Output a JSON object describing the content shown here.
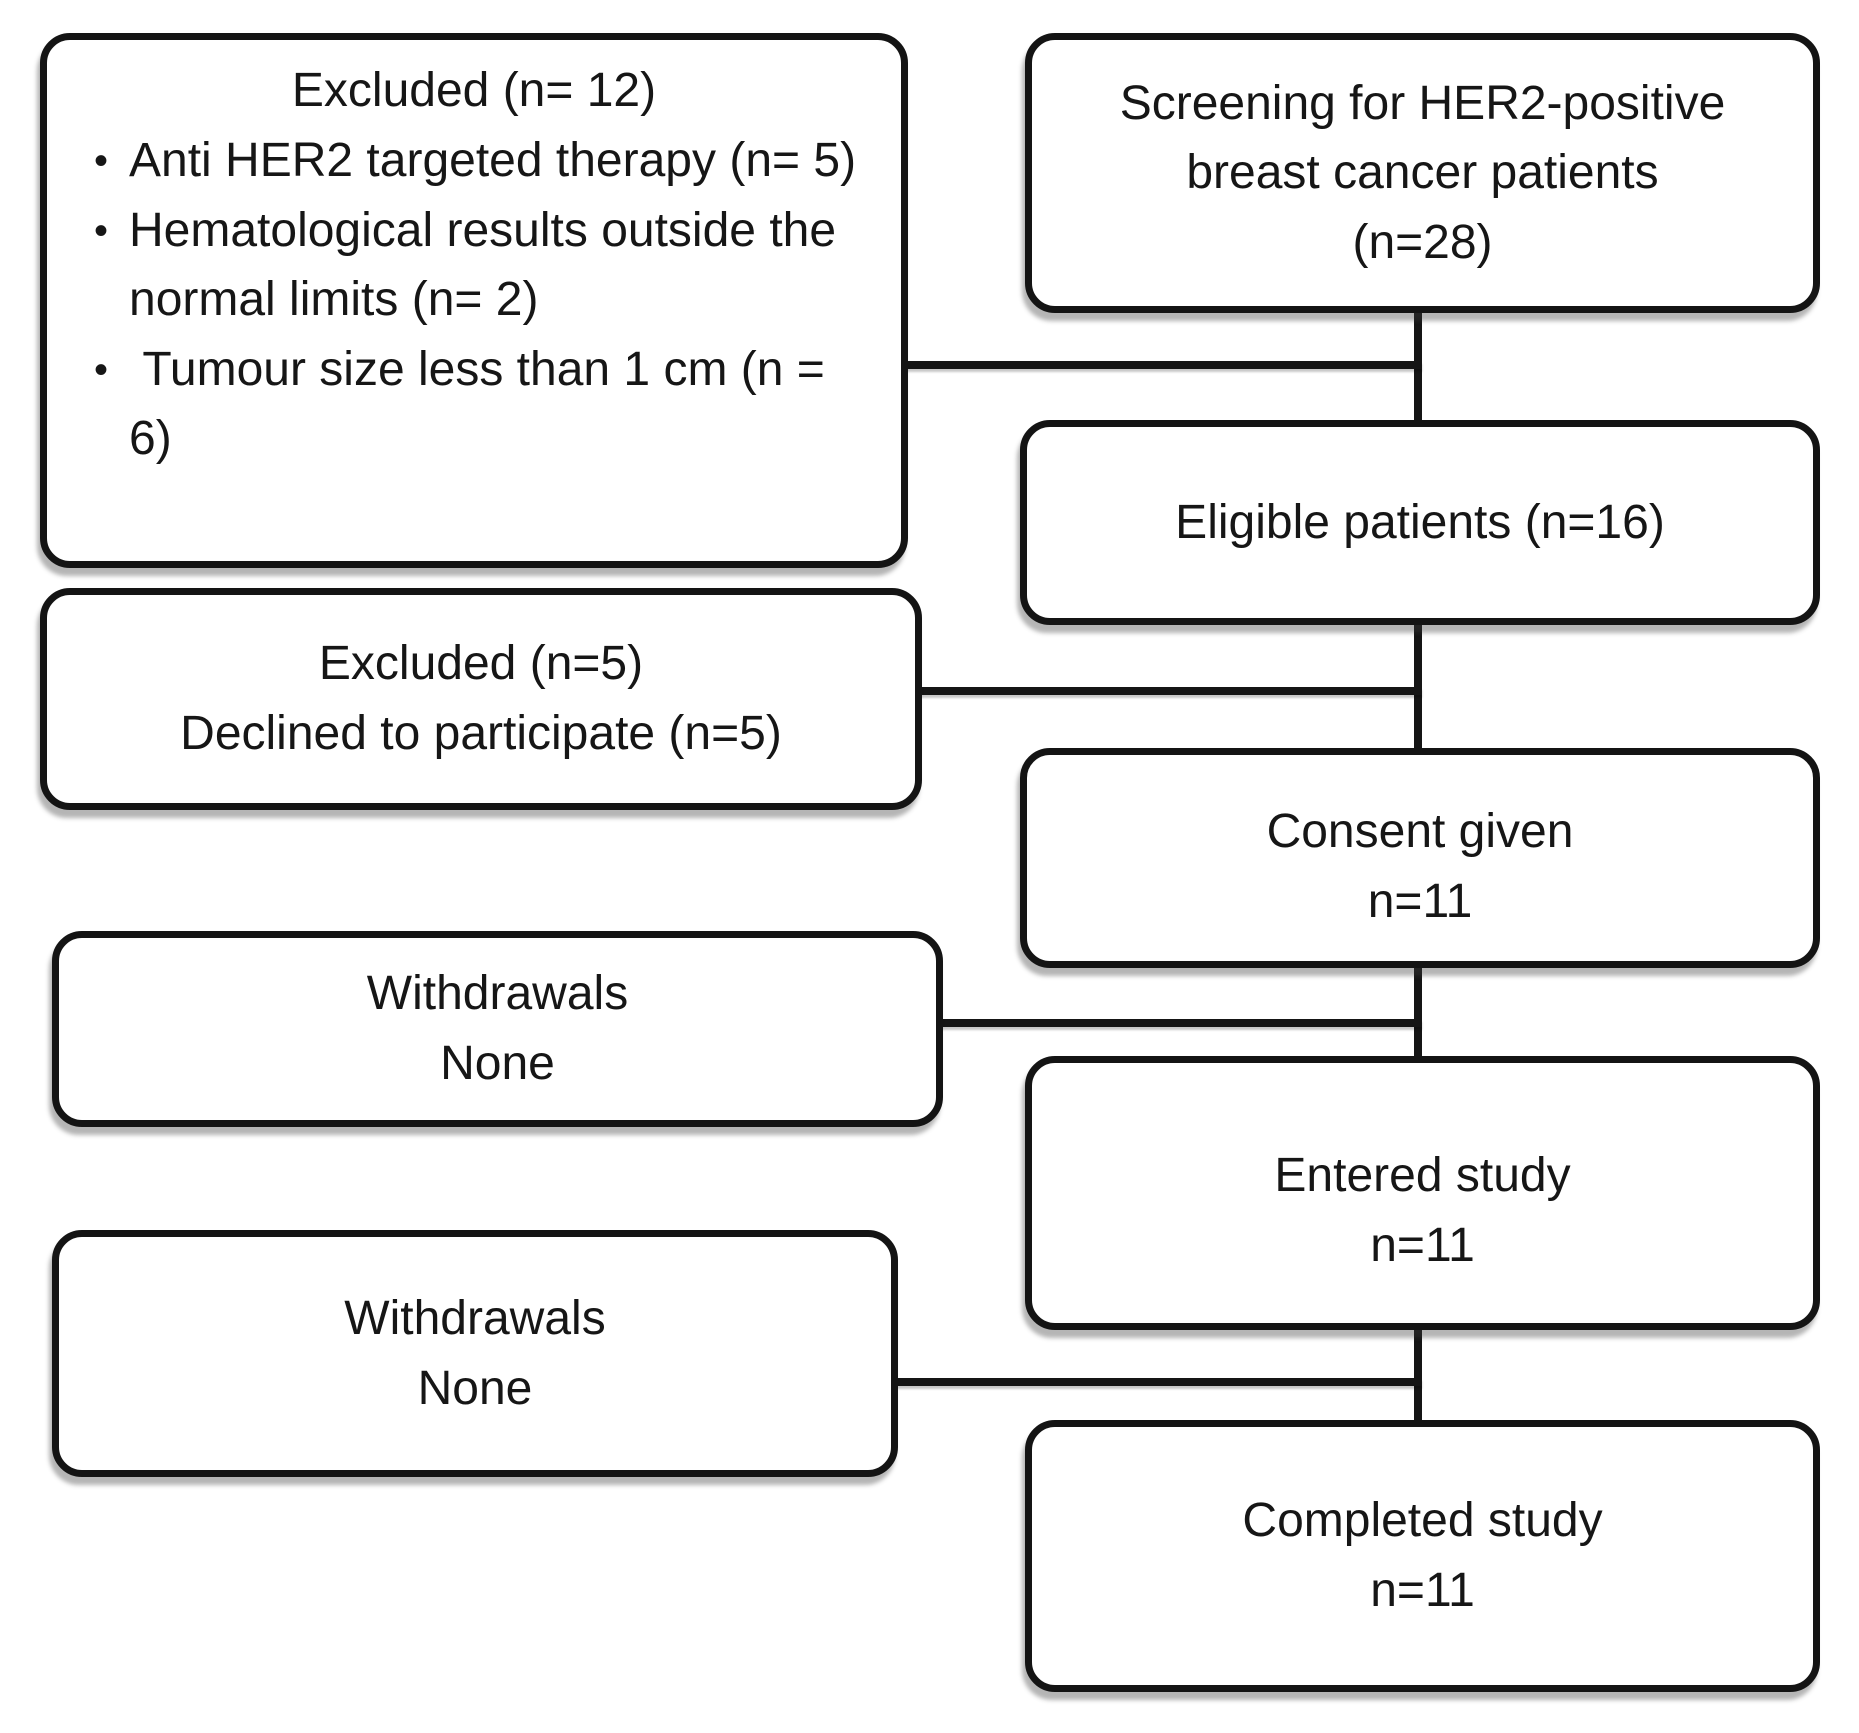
{
  "figure": {
    "type": "consort-patient-flow-diagram",
    "glyphs": {
      "bullet": "•"
    },
    "colors": {
      "background": "#ffffff",
      "box_fill": "#ffffff",
      "box_border": "#141414",
      "connector": "#151515",
      "text": "#161616",
      "shadow": "#3c3c3c"
    }
  },
  "boxes": {
    "screening": {
      "lines": [
        "Screening for HER2-positive",
        "breast cancer patients",
        "(n=28)"
      ]
    },
    "eligible": {
      "lines": [
        "Eligible patients (n=16)"
      ]
    },
    "consent": {
      "lines": [
        "Consent given",
        "n=11"
      ]
    },
    "entered": {
      "lines": [
        "Entered study",
        "n=11"
      ]
    },
    "completed": {
      "lines": [
        "Completed study",
        "n=11"
      ]
    },
    "excluded_screening": {
      "title": "Excluded (n= 12)",
      "bullets": [
        "Anti HER2 targeted therapy (n= 5)",
        "Hematological results outside the normal limits (n= 2)",
        " Tumour size less than 1 cm (n = 6)"
      ]
    },
    "excluded_eligible": {
      "lines": [
        "Excluded (n=5)",
        "Declined to participate (n=5)"
      ]
    },
    "withdrawals_consent": {
      "lines": [
        "Withdrawals",
        "None"
      ]
    },
    "withdrawals_entered": {
      "lines": [
        "Withdrawals",
        "None"
      ]
    }
  }
}
